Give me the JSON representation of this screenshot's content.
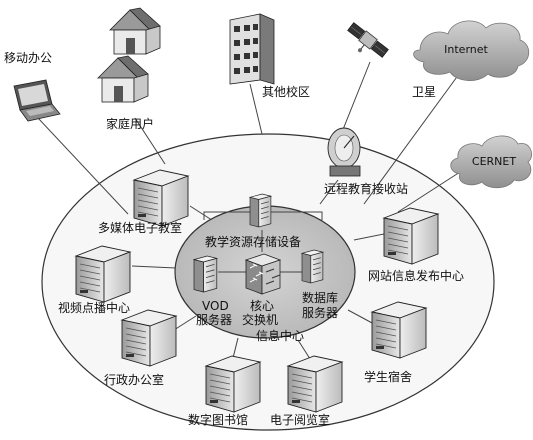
{
  "labels": {
    "mobile_office": "移动办公",
    "home_user": "家庭用户",
    "other_campus": "其他校区",
    "satellite": "卫星",
    "internet": "Internet",
    "cernet": "CERNET",
    "distance_edu": "远程教育接收站",
    "multimedia_room": "多媒体电子教室",
    "storage": "教学资源存储设备",
    "web_center": "网站信息发布中心",
    "vod_center": "视频点播中心",
    "vod_server_1": "VOD",
    "vod_server_2": "服务器",
    "core_switch_1": "核心",
    "core_switch_2": "交换机",
    "info_center": "信息中心",
    "db_server_1": "数据库",
    "db_server_2": "服务器",
    "admin_office": "行政办公室",
    "dormitory": "学生宿舍",
    "library": "数字图书馆",
    "reading_room": "电子阅览室"
  },
  "colors": {
    "outer_ring": "#f4f4f4",
    "inner_ring": "#c4c4c4",
    "cloud": "#a8a8a8",
    "server_body": "#d8d8d8",
    "server_dark": "#6a6a6a"
  }
}
